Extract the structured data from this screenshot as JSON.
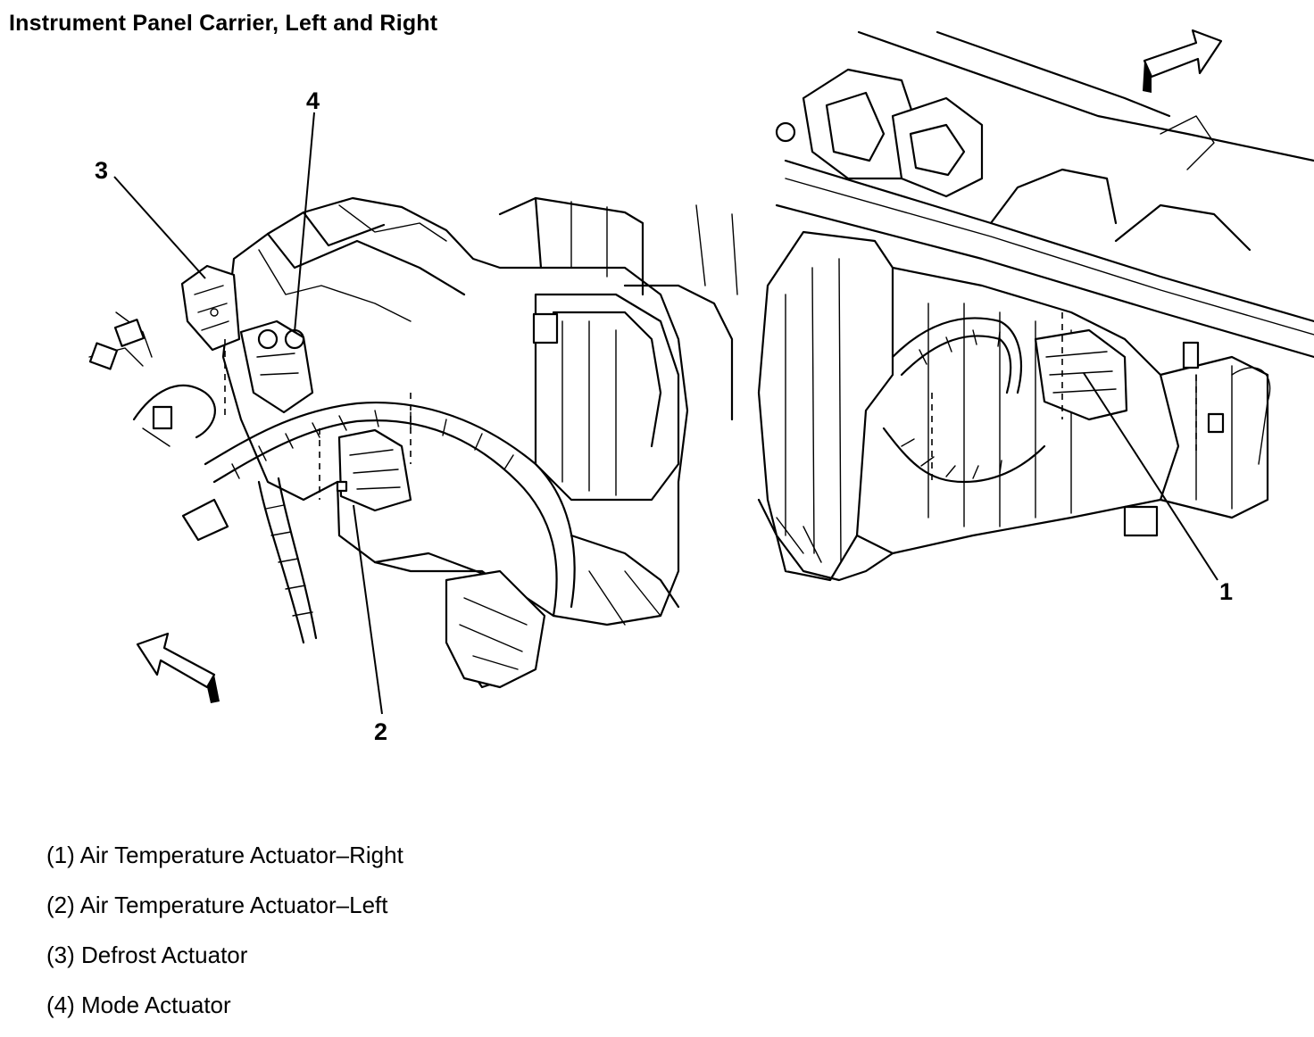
{
  "title": "Instrument Panel Carrier, Left and Right",
  "callouts": [
    "1",
    "2",
    "3",
    "4"
  ],
  "legend": [
    "(1) Air Temperature Actuator–Right",
    "(2) Air Temperature Actuator–Left",
    "(3) Defrost Actuator",
    "(4) Mode Actuator"
  ],
  "colors": {
    "line": "#000000",
    "background": "#ffffff"
  },
  "icons": [
    "direction-arrow-icon"
  ]
}
